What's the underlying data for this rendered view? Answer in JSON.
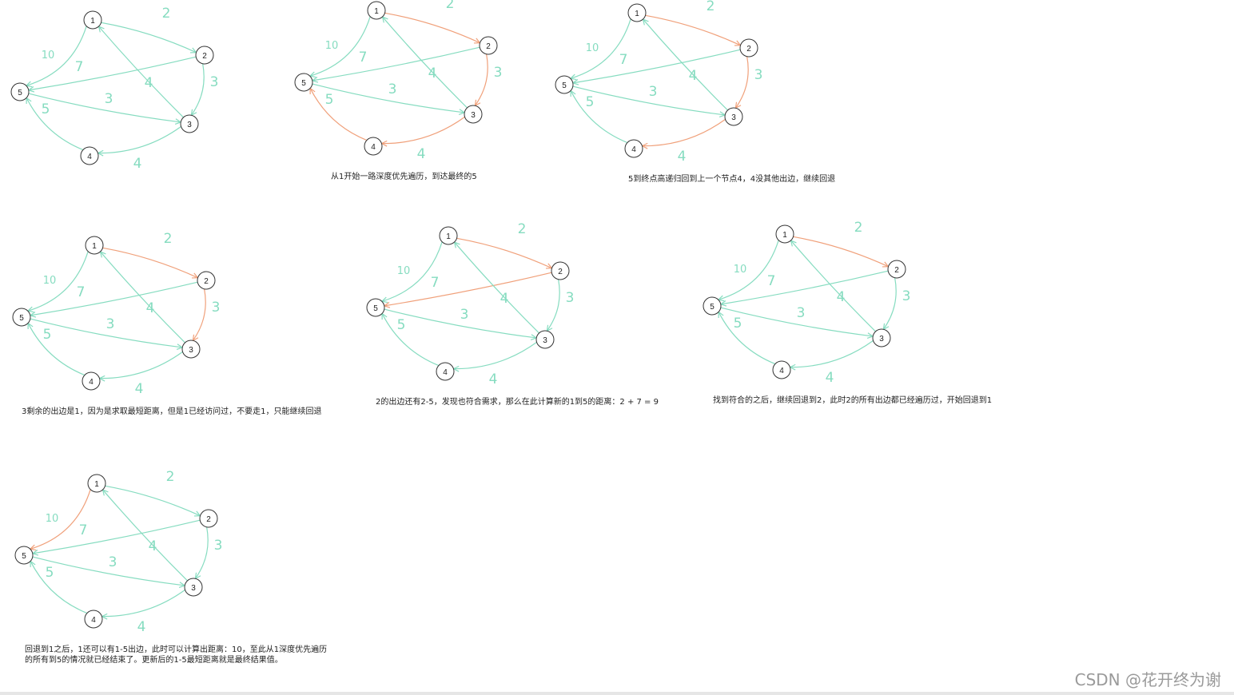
{
  "colors": {
    "edge": "#86dcc0",
    "highlight": "#f0a07a",
    "node_stroke": "#333333",
    "text": "#222222"
  },
  "node_labels": [
    "1",
    "2",
    "3",
    "4",
    "5"
  ],
  "edges": [
    {
      "id": "1-2",
      "weight": "2"
    },
    {
      "id": "2-3",
      "weight": "3"
    },
    {
      "id": "3-4",
      "weight": "4"
    },
    {
      "id": "4-5",
      "weight": "5"
    },
    {
      "id": "1-5",
      "weight": "10"
    },
    {
      "id": "2-5",
      "weight": "7"
    },
    {
      "id": "3-1",
      "weight": "4"
    },
    {
      "id": "5-3",
      "weight": "3"
    }
  ],
  "panels": [
    {
      "highlighted": [],
      "caption": ""
    },
    {
      "highlighted": [
        "1-2",
        "2-3",
        "3-4",
        "4-5"
      ],
      "caption": "从1开始一路深度优先遍历，到达最终的5"
    },
    {
      "highlighted": [
        "1-2",
        "2-3",
        "3-4"
      ],
      "caption": "5到终点高递归回到上一个节点4，4没其他出边，继续回退"
    },
    {
      "highlighted": [
        "1-2",
        "2-3"
      ],
      "caption": "3剩余的出边是1，因为是求取最短距离，但是1已经访问过，不要走1，只能继续回退"
    },
    {
      "highlighted": [
        "1-2",
        "2-5"
      ],
      "caption": "2的出边还有2-5，发现也符合需求，那么在此计算新的1到5的距离：2 + 7 = 9"
    },
    {
      "highlighted": [
        "1-2"
      ],
      "caption": "找到符合的之后，继续回退到2，此时2的所有出边都已经遍历过，开始回退到1"
    },
    {
      "highlighted": [
        "1-5"
      ],
      "caption": "回退到1之后，1还可以有1-5出边，此时可以计算出距离：10，至此从1深度优先遍历\n的所有到5的情况就已经结束了。更新后的1-5最短距离就是最终结果值。"
    }
  ],
  "watermark": "CSDN @花开终为谢"
}
